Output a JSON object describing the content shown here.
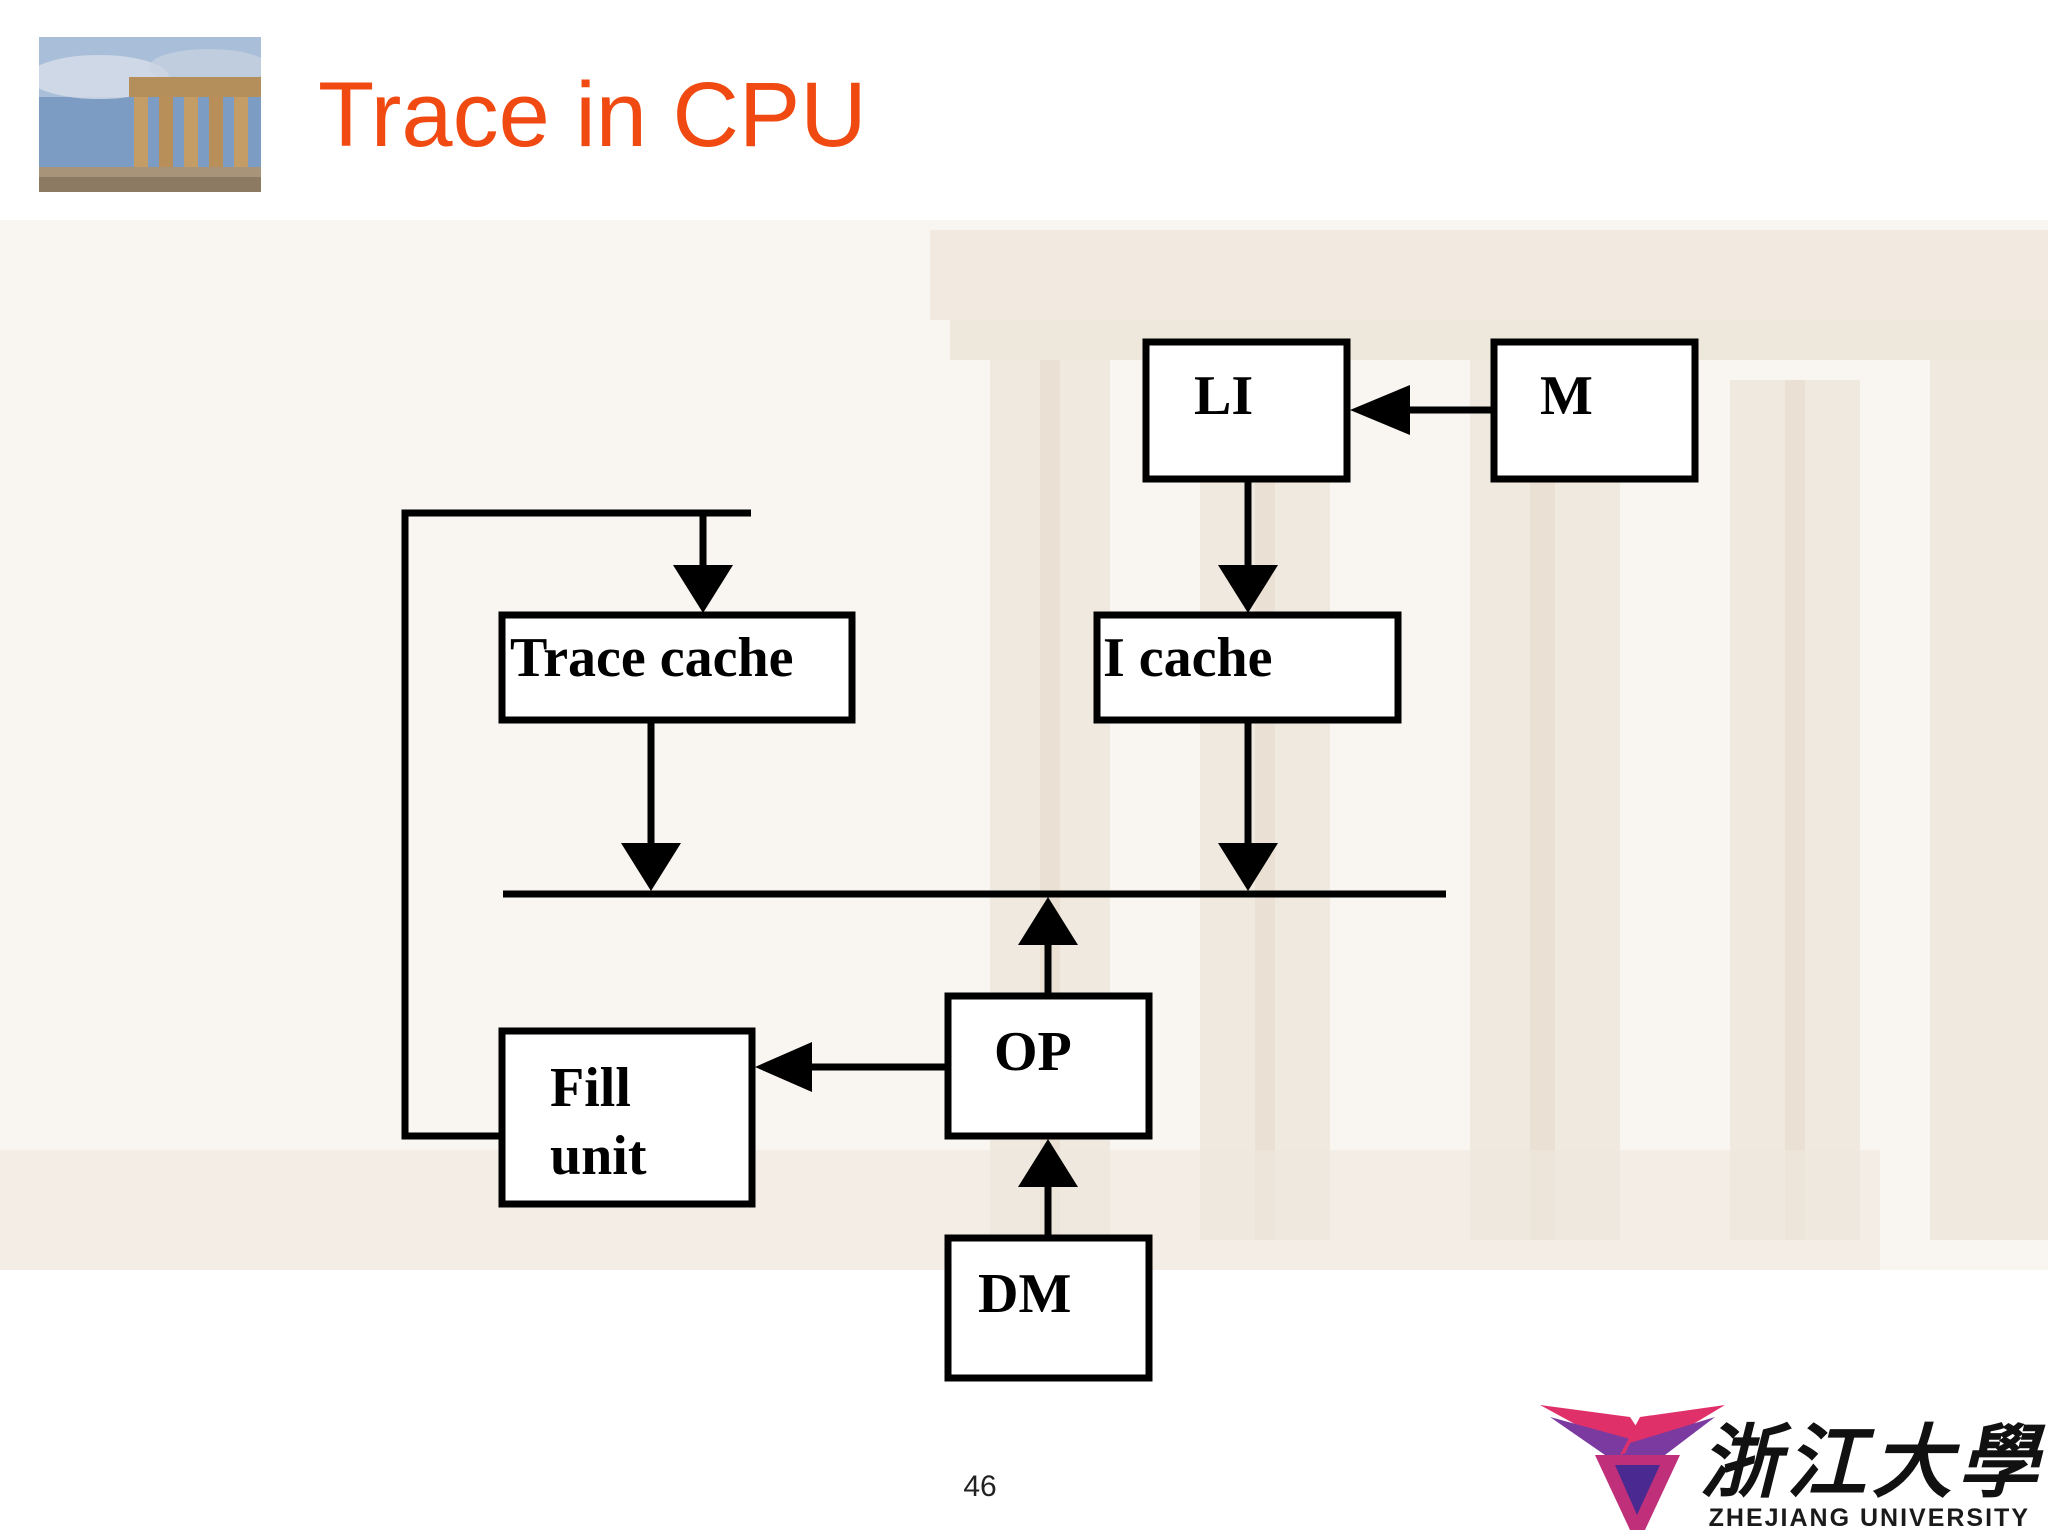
{
  "slide": {
    "title": "Trace in CPU",
    "page_number": "46"
  },
  "diagram": {
    "nodes": {
      "l1": "LI",
      "m": "M",
      "trace_cache": "Trace cache",
      "i_cache": "I cache",
      "op": "OP",
      "fill_unit_line1": "Fill",
      "fill_unit_line2": "unit",
      "dm": "DM"
    }
  },
  "logo": {
    "chinese": "浙江大學",
    "caption": "ZHEJIANG UNIVERSITY"
  },
  "colors": {
    "title": "#f04a12",
    "line": "#000000"
  }
}
